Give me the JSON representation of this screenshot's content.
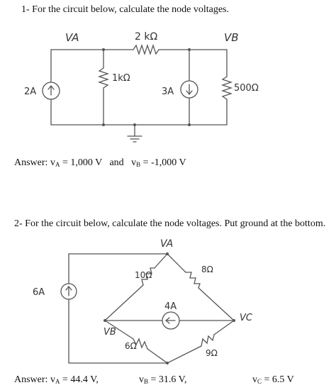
{
  "problem1": {
    "prompt": "1- For the circuit below, calculate the node voltages.",
    "labels": {
      "node_a": "VA",
      "node_b": "VB",
      "r_top": "2 kΩ",
      "r_mid": "1kΩ",
      "r_right": "500Ω",
      "src_left": "2A",
      "src_mid": "3A"
    },
    "answer": {
      "prefix": "Answer:",
      "va": "v",
      "va_sub": "A",
      "va_val": "= 1,000 V",
      "and": "and",
      "vb": "v",
      "vb_sub": "B",
      "vb_val": "= -1,000 V"
    }
  },
  "problem2": {
    "prompt": "2- For the circuit below, calculate the node voltages. Put ground at the bottom.",
    "labels": {
      "node_a": "VA",
      "node_b": "VB",
      "node_c": "VC",
      "r_left_top": "10Ω",
      "r_right_top": "8Ω",
      "r_left_bot": "6Ω",
      "r_right_bot": "9Ω",
      "src_left": "6A",
      "src_mid": "4A"
    },
    "answer": {
      "prefix": "Answer:",
      "va": "v",
      "va_sub": "A",
      "va_val": "= 44.4 V,",
      "vb": "v",
      "vb_sub": "B",
      "vb_val": "= 31.6 V,",
      "vc": "v",
      "vc_sub": "C",
      "vc_val": "= 6.5 V"
    }
  }
}
